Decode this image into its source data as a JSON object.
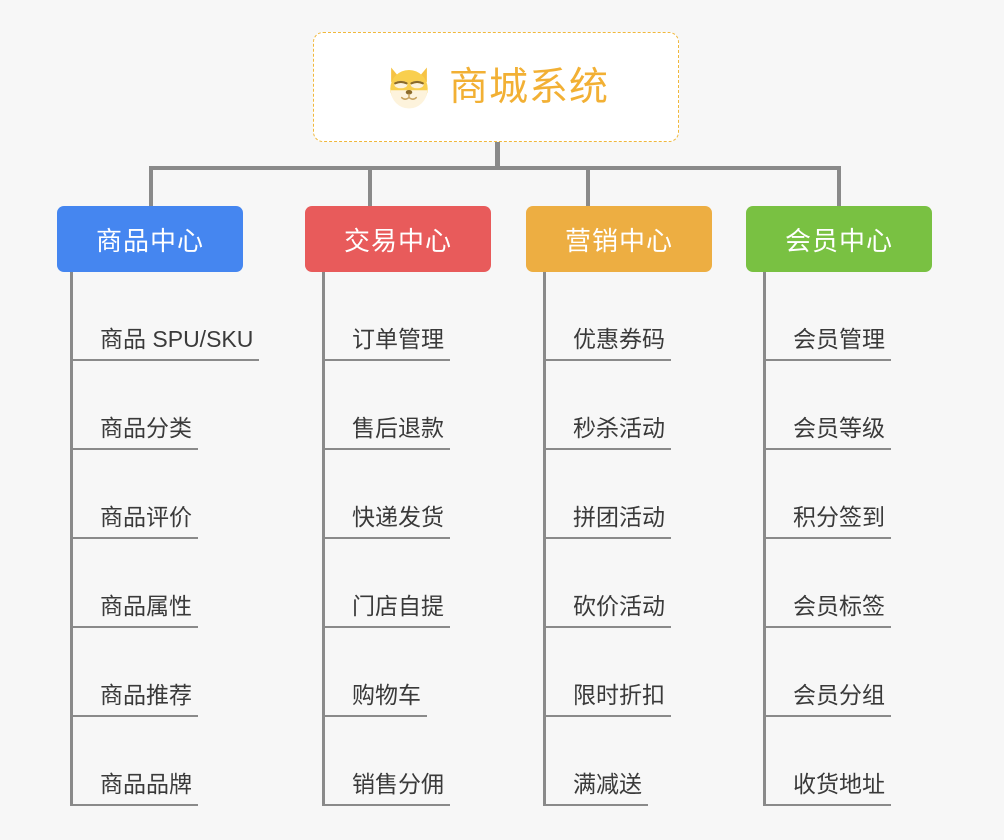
{
  "diagram": {
    "type": "org-chart",
    "background_color": "#f7f7f7",
    "connector_color": "#8a8a8a",
    "root": {
      "title": "商城系统",
      "icon": "shiba-dog-face-icon",
      "border_color": "#f0b83c",
      "text_color": "#f2b034",
      "background_color": "#ffffff"
    },
    "categories": [
      {
        "label": "商品中心",
        "color": "#4586f0",
        "items": [
          "商品 SPU/SKU",
          "商品分类",
          "商品评价",
          "商品属性",
          "商品推荐",
          "商品品牌"
        ]
      },
      {
        "label": "交易中心",
        "color": "#e85b5b",
        "items": [
          "订单管理",
          "售后退款",
          "快递发货",
          "门店自提",
          "购物车",
          "销售分佣"
        ]
      },
      {
        "label": "营销中心",
        "color": "#edae42",
        "items": [
          "优惠券码",
          "秒杀活动",
          "拼团活动",
          "砍价活动",
          "限时折扣",
          "满减送"
        ]
      },
      {
        "label": "会员中心",
        "color": "#79c142",
        "items": [
          "会员管理",
          "会员等级",
          "积分签到",
          "会员标签",
          "会员分组",
          "收货地址"
        ]
      }
    ]
  }
}
